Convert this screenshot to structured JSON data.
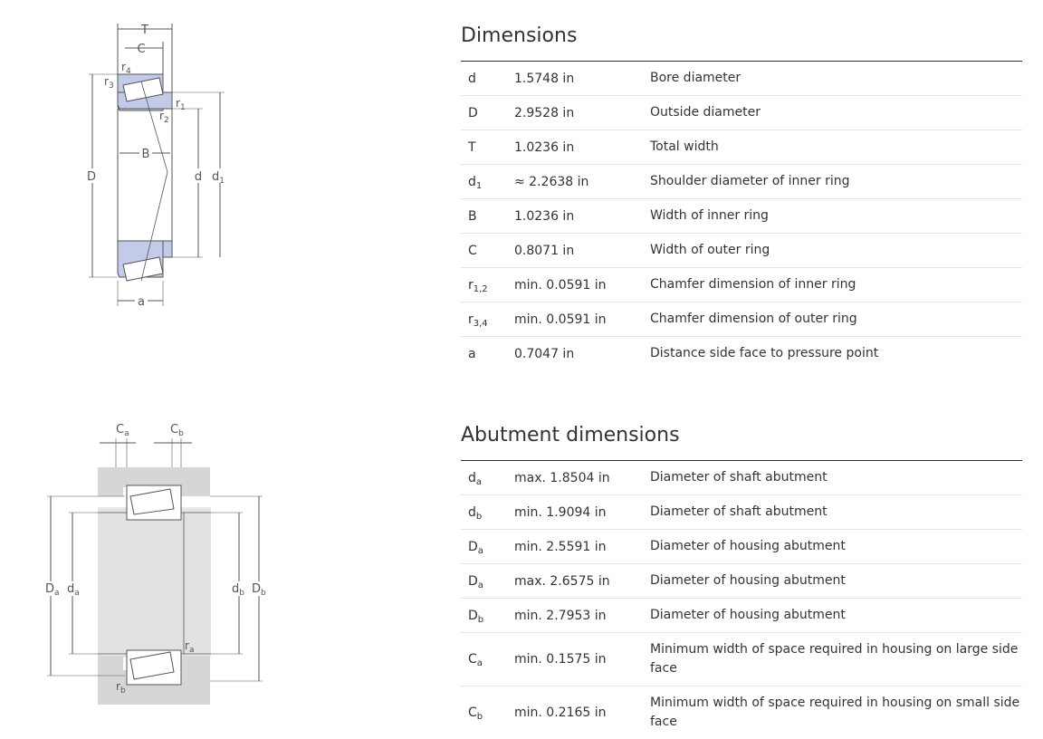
{
  "dimensions": {
    "title": "Dimensions",
    "rows": [
      {
        "sym": "d",
        "sub": "",
        "value": "1.5748 in",
        "desc": "Bore diameter"
      },
      {
        "sym": "D",
        "sub": "",
        "value": "2.9528 in",
        "desc": "Outside diameter"
      },
      {
        "sym": "T",
        "sub": "",
        "value": "1.0236 in",
        "desc": "Total width"
      },
      {
        "sym": "d",
        "sub": "1",
        "value": "≈ 2.2638 in",
        "desc": "Shoulder diameter of inner ring"
      },
      {
        "sym": "B",
        "sub": "",
        "value": "1.0236 in",
        "desc": "Width of inner ring"
      },
      {
        "sym": "C",
        "sub": "",
        "value": "0.8071 in",
        "desc": "Width of outer ring"
      },
      {
        "sym": "r",
        "sub": "1,2",
        "value": "min. 0.0591 in",
        "desc": "Chamfer dimension of inner ring"
      },
      {
        "sym": "r",
        "sub": "3,4",
        "value": "min. 0.0591 in",
        "desc": "Chamfer dimension of outer ring"
      },
      {
        "sym": "a",
        "sub": "",
        "value": "0.7047 in",
        "desc": "Distance side face to pressure point"
      }
    ]
  },
  "abutment": {
    "title": "Abutment dimensions",
    "rows": [
      {
        "sym": "d",
        "sub": "a",
        "value": "max. 1.8504 in",
        "desc": "Diameter of shaft abutment"
      },
      {
        "sym": "d",
        "sub": "b",
        "value": "min. 1.9094 in",
        "desc": "Diameter of shaft abutment"
      },
      {
        "sym": "D",
        "sub": "a",
        "value": "min. 2.5591 in",
        "desc": "Diameter of housing abutment"
      },
      {
        "sym": "D",
        "sub": "a",
        "value": "max. 2.6575 in",
        "desc": "Diameter of housing abutment"
      },
      {
        "sym": "D",
        "sub": "b",
        "value": "min. 2.7953 in",
        "desc": "Diameter of housing abutment"
      },
      {
        "sym": "C",
        "sub": "a",
        "value": "min. 0.1575 in",
        "desc": "Minimum width of space required in housing on large side face"
      },
      {
        "sym": "C",
        "sub": "b",
        "value": "min. 0.2165 in",
        "desc": "Minimum width of space required in housing on small side face"
      }
    ]
  },
  "diagram1": {
    "T": "T",
    "C": "C",
    "r4": "r",
    "r4s": "4",
    "r3": "r",
    "r3s": "3",
    "r1": "r",
    "r1s": "1",
    "r2": "r",
    "r2s": "2",
    "B": "B",
    "D": "D",
    "d": "d",
    "d1": "d",
    "d1s": "1",
    "a": "a"
  },
  "diagram2": {
    "Ca": "C",
    "Cas": "a",
    "Cb": "C",
    "Cbs": "b",
    "Da": "D",
    "Das": "a",
    "da": "d",
    "das": "a",
    "db": "d",
    "dbs": "b",
    "Db": "D",
    "Dbs": "b",
    "ra": "r",
    "ras": "a",
    "rb": "r",
    "rbs": "b"
  },
  "colors": {
    "ring": "#c3cbeb",
    "roller": "#ffffff",
    "housing": "#d6d6d6",
    "shaft": "#e8e8e8"
  }
}
